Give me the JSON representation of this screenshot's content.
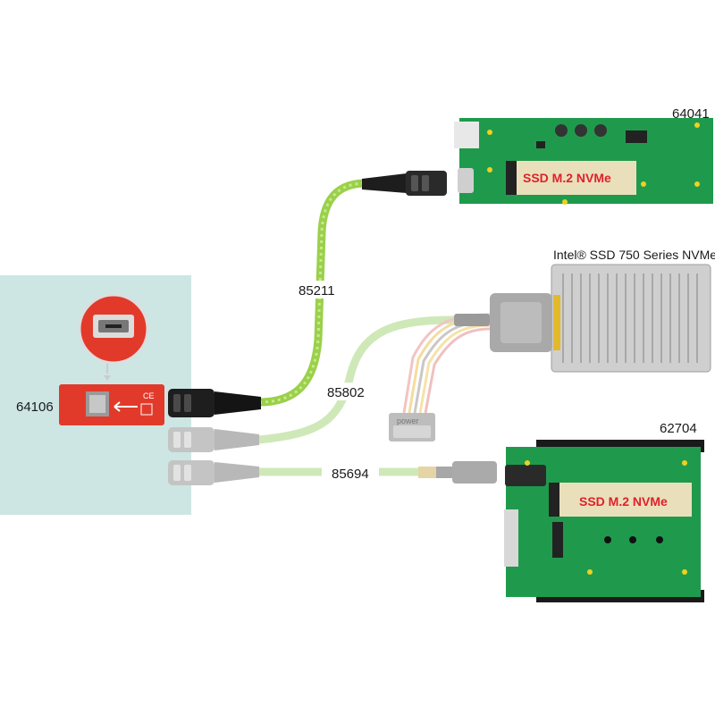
{
  "products": {
    "adapter_pcie": "64106",
    "board_m2_top": "64041",
    "board_m2_bottom": "62704",
    "ssd_intel": "Intel® SSD 750 Series NVMe"
  },
  "cables": {
    "green": "85211",
    "sata_power": "85802",
    "straight": "85694"
  },
  "board_texts": {
    "top_slot": "SSD M.2 NVMe",
    "bottom_slot": "SSD M.2 NVMe",
    "power_plug": "power"
  },
  "colors": {
    "highlight_panel": "#cde6e4",
    "cable_green": "#9ad04a",
    "pcb_green": "#1f9a4c",
    "adapter_red": "#e23a2a"
  }
}
